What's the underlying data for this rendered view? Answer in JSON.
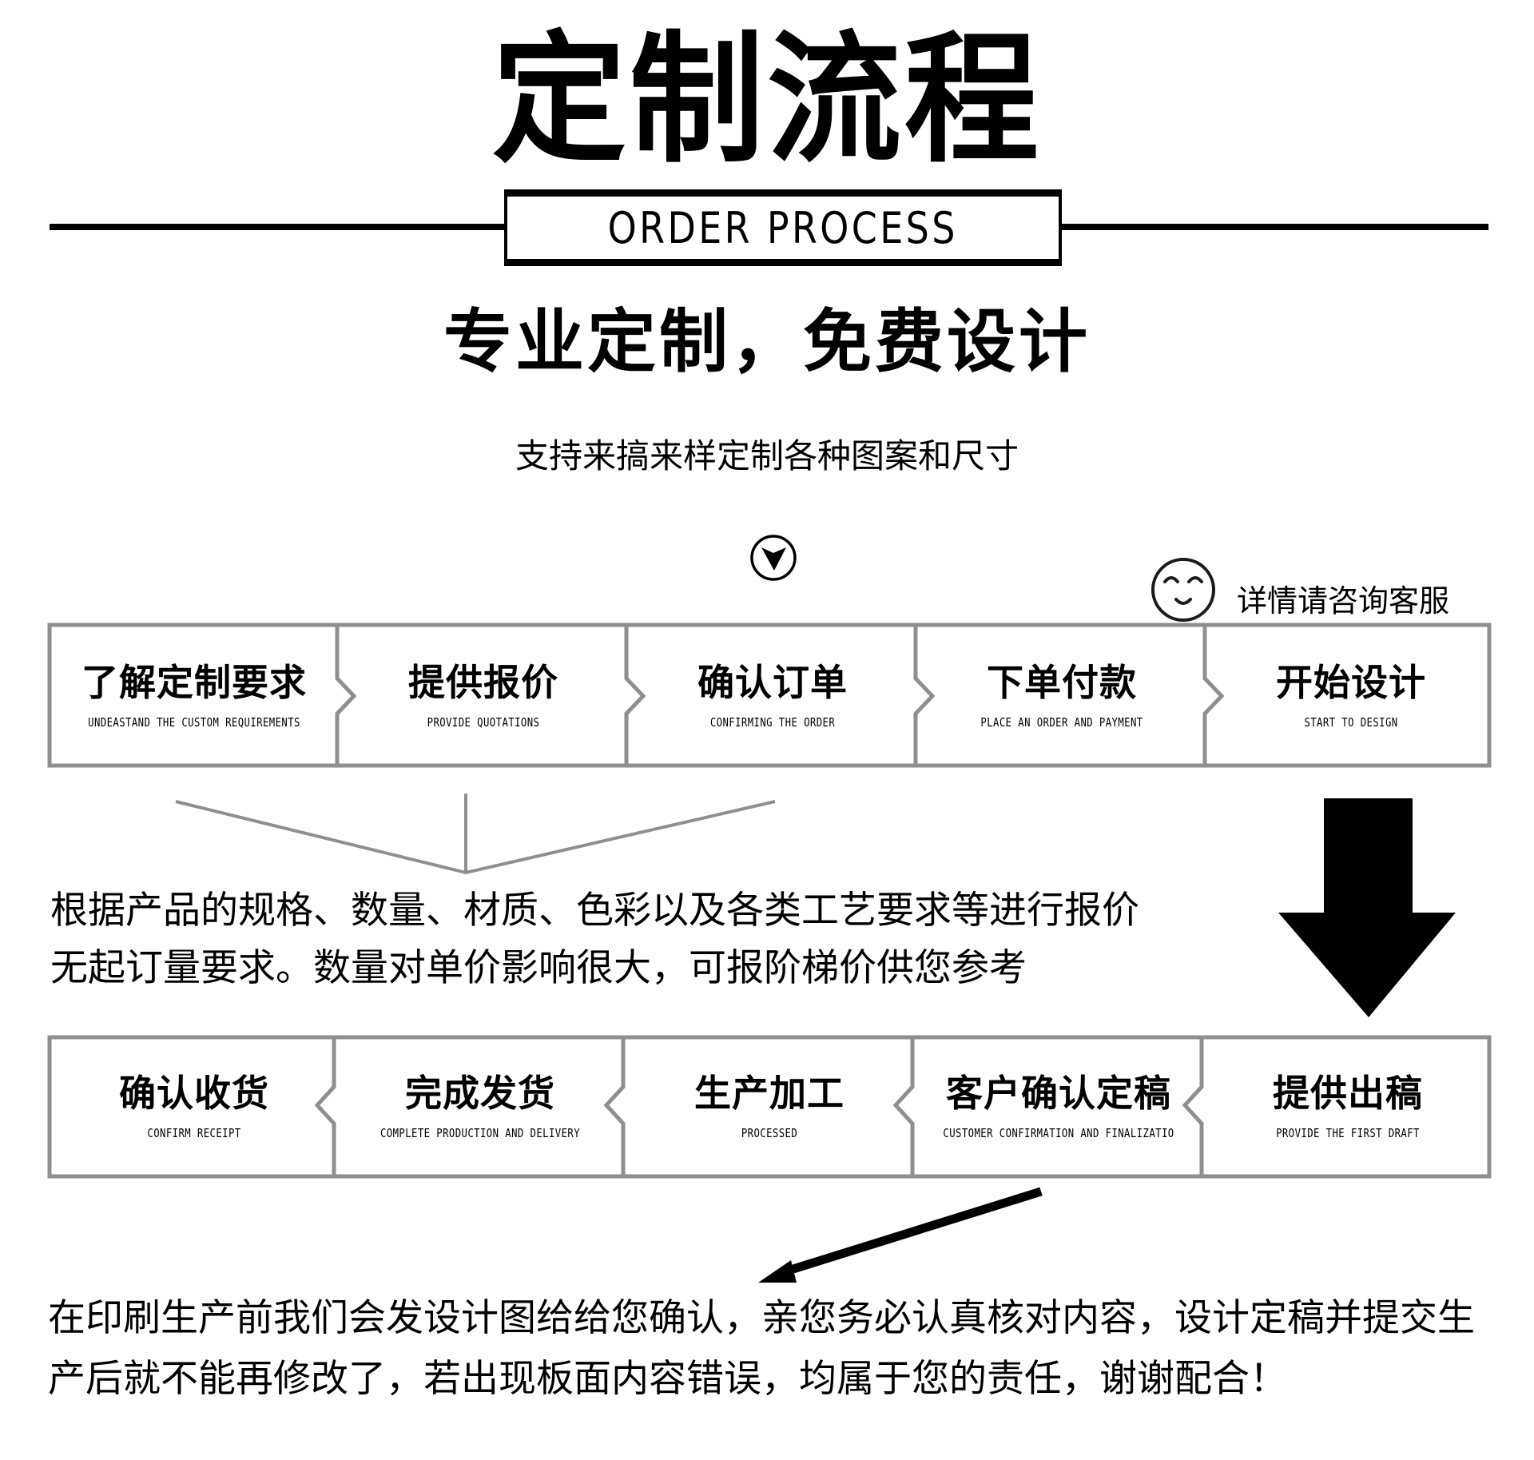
{
  "header": {
    "title": "定制流程",
    "subtitle_en": "ORDER PROCESS"
  },
  "slogan": {
    "headline": "专业定制，免费设计",
    "subline": "支持来搞来样定制各种图案和尺寸"
  },
  "icons": {
    "down_circle": "circle-chevron-down-icon",
    "smiley": "smiley-face-icon",
    "big_down_arrow": "arrow-down-icon",
    "diagonal_arrow": "arrow-down-left-icon",
    "funnel": "funnel-lines-icon"
  },
  "consult": {
    "text": "详情请咨询客服"
  },
  "steps_row1": [
    {
      "title": "了解定制要求",
      "subtitle": "UNDEASTAND THE CUSTOM REQUIREMENTS"
    },
    {
      "title": "提供报价",
      "subtitle": "PROVIDE QUOTATIONS"
    },
    {
      "title": "确认订单",
      "subtitle": "CONFIRMING THE ORDER"
    },
    {
      "title": "下单付款",
      "subtitle": "PLACE AN ORDER AND PAYMENT"
    },
    {
      "title": "开始设计",
      "subtitle": "START TO DESIGN"
    }
  ],
  "quote_note": {
    "line1": "根据产品的规格、数量、材质、色彩以及各类工艺要求等进行报价",
    "line2": "无起订量要求。数量对单价影响很大，可报阶梯价供您参考"
  },
  "steps_row2": [
    {
      "title": "确认收货",
      "subtitle": "CONFIRM RECEIPT"
    },
    {
      "title": "完成发货",
      "subtitle": "COMPLETE PRODUCTION AND DELIVERY"
    },
    {
      "title": "生产加工",
      "subtitle": "PROCESSED"
    },
    {
      "title": "客户确认定稿",
      "subtitle": "CUSTOMER CONFIRMATION AND FINALIZATIO"
    },
    {
      "title": "提供出稿",
      "subtitle": "PROVIDE THE FIRST DRAFT"
    }
  ],
  "final_note": {
    "line1": "在印刷生产前我们会发设计图给给您确认，亲您务必认真核对内容，设计定稿并提交生",
    "line2": "产后就不能再修改了，若出现板面内容错误，均属于您的责任，谢谢配合！"
  },
  "colors": {
    "text": "#000000",
    "border_gray": "#8f8f8f",
    "background": "#ffffff"
  }
}
